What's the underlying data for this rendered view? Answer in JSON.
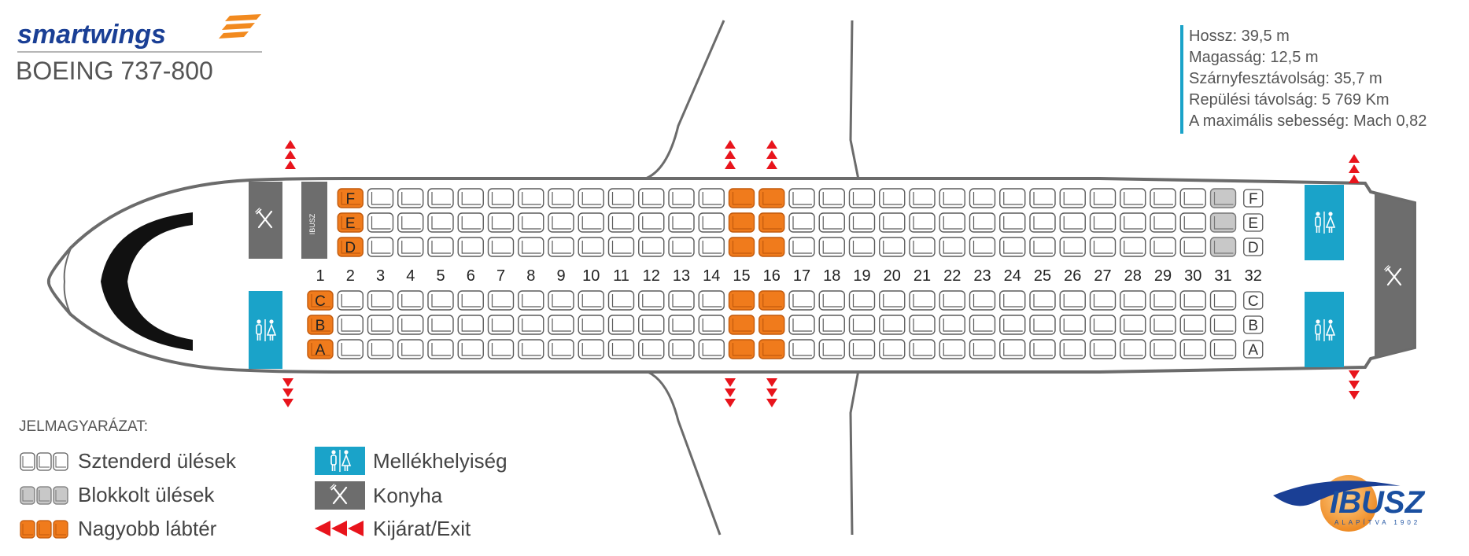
{
  "brand": {
    "airline": "smartwings",
    "aircraft": "BOEING 737-800",
    "agency": "IBUSZ",
    "agency_tagline": "ALAPÍTVA 1902",
    "colors": {
      "airline_blue": "#1a3f95",
      "accent_orange": "#f28a1f",
      "agency_blue": "#2466b0"
    }
  },
  "specs": [
    "Hossz: 39,5 m",
    "Magasság: 12,5 m",
    "Szárnyfesztávolság: 35,7 m",
    "Repülési távolság: 5 769 Km",
    "A maximális sebesség: Mach 0,82"
  ],
  "cabin": {
    "rows": [
      "1",
      "2",
      "3",
      "4",
      "5",
      "6",
      "7",
      "8",
      "9",
      "10",
      "11",
      "12",
      "13",
      "14",
      "15",
      "16",
      "17",
      "18",
      "19",
      "20",
      "21",
      "22",
      "23",
      "24",
      "25",
      "26",
      "27",
      "28",
      "29",
      "30",
      "31",
      "32"
    ],
    "upper_letters": [
      "F",
      "E",
      "D"
    ],
    "lower_letters": [
      "C",
      "B",
      "A"
    ],
    "seat_colors": {
      "standard": "#ffffff",
      "blocked": "#c8c8c8",
      "extra_legroom": "#f07b1c"
    },
    "extra_legroom_rows": {
      "upper": [
        "2",
        "15",
        "16"
      ],
      "lower": [
        "1",
        "15",
        "16"
      ]
    },
    "blocked_rows": {
      "upper": [
        "31"
      ],
      "lower": []
    },
    "no_seat_rows": {
      "upper": [
        "1"
      ],
      "lower": []
    },
    "row_letter_labels": {
      "upper_row": "2",
      "lower_row": "1",
      "rear_row": "32"
    }
  },
  "facility_colors": {
    "lavatory": "#1aa3c9",
    "galley": "#6d6d6d",
    "exit": "#e8141c"
  },
  "legend": {
    "title": "JELMAGYARÁZAT:",
    "items": [
      {
        "key": "standard",
        "label": "Sztenderd ülések"
      },
      {
        "key": "blocked",
        "label": "Blokkolt ülések"
      },
      {
        "key": "extra",
        "label": "Nagyobb lábtér"
      },
      {
        "key": "lavatory",
        "label": "Mellékhelyiség"
      },
      {
        "key": "galley",
        "label": "Konyha"
      },
      {
        "key": "exit",
        "label": "Kijárat/Exit"
      }
    ]
  },
  "icons": {
    "galley": "fork-knife-icon",
    "lavatory": "restroom-icon",
    "exit": "exit-arrow-icon"
  }
}
